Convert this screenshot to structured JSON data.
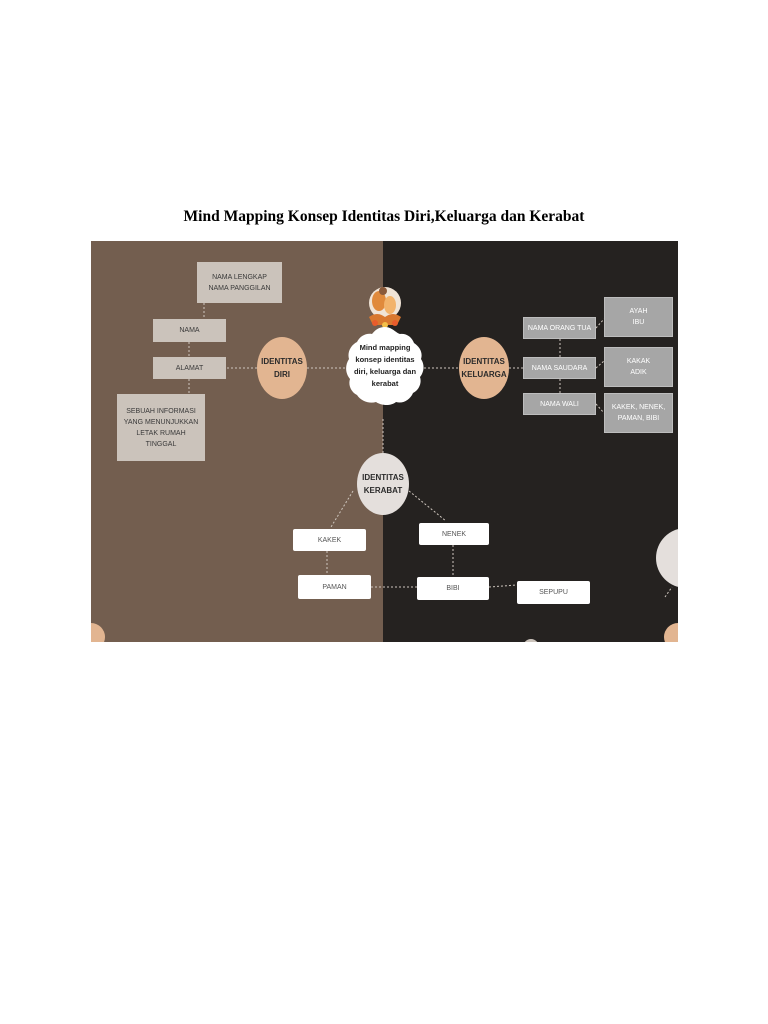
{
  "title": "Mind Mapping Konsep Identitas Diri,Keluarga dan Kerabat",
  "center": {
    "lines": [
      "Mind mapping",
      "konsep identitas",
      "diri, keluarga dan",
      "kerabat"
    ]
  },
  "identitas_diri": {
    "label": [
      "IDENTITAS",
      "DIRI"
    ],
    "nama_lengkap": [
      "NAMA LENGKAP",
      "NAMA  PANGGILAN"
    ],
    "nama": "NAMA",
    "alamat": "ALAMAT",
    "alamat_desc": [
      "SEBUAH INFORMASI",
      "YANG MENUNJUKKAN",
      "LETAK RUMAH",
      "TINGGAL"
    ]
  },
  "identitas_keluarga": {
    "label": [
      "IDENTITAS",
      "KELUARGA"
    ],
    "orang_tua": "NAMA ORANG TUA",
    "saudara": "NAMA SAUDARA",
    "wali": "NAMA WALI",
    "orang_tua_detail": [
      "AYAH",
      "IBU"
    ],
    "saudara_detail": [
      "KAKAK",
      "ADIK"
    ],
    "wali_detail": [
      "KAKEK, NENEK,",
      "PAMAN, BIBI"
    ]
  },
  "identitas_kerabat": {
    "label": [
      "IDENTITAS",
      "KERABAT"
    ],
    "kakek": "KAKEK",
    "nenek": "NENEK",
    "paman": "PAMAN",
    "bibi": "BIBI",
    "sepupu": "SEPUPU"
  },
  "colors": {
    "left_bg": "#735e4f",
    "right_bg": "#252220",
    "peach": "#e2b591",
    "tan_box": "#cbc3bb",
    "grey_box": "#a6a6a6"
  }
}
